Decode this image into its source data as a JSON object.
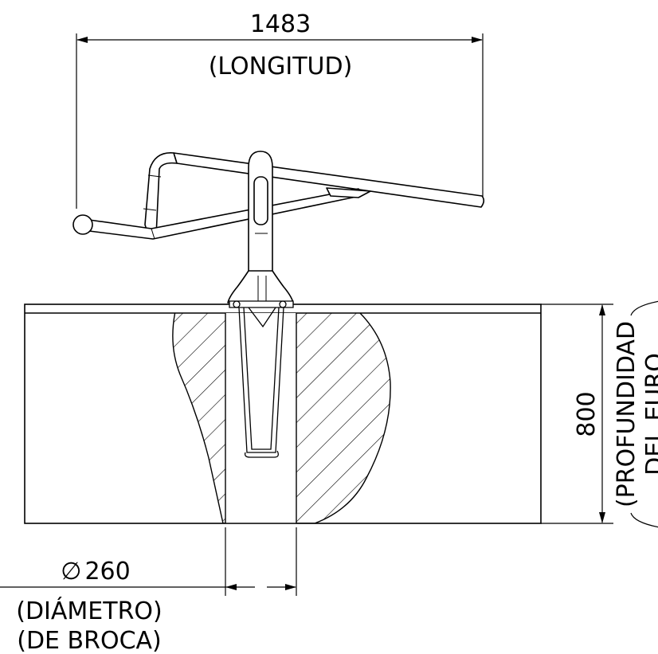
{
  "dimensions": {
    "length": {
      "value": "1483",
      "label": "(LONGITUD)"
    },
    "depth": {
      "value": "800",
      "label_line1": "(PROFUNDIDAD",
      "label_line2": "DEL EURO"
    },
    "diameter": {
      "symbol": "∅",
      "value": "260",
      "label_line1": "(DIÁMETRO)",
      "label_line2": "(DE BROCA)"
    }
  },
  "colors": {
    "line": "#000000",
    "background": "#ffffff"
  }
}
